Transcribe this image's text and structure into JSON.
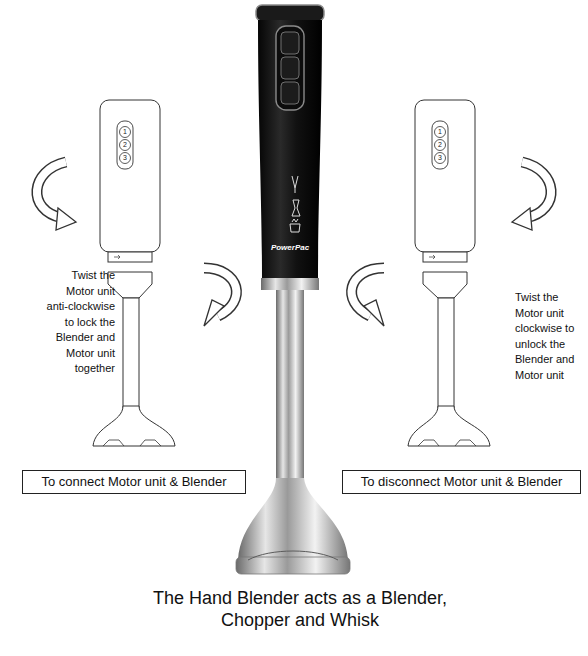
{
  "diagram": {
    "caption": "The Hand Blender acts as a Blender, Chopper and Whisk",
    "nodes": [
      {
        "text": [
          "To connect Motor unit & Blender"
        ]
      },
      {
        "text": [
          "To disconnect Motor unit & Blender"
        ]
      }
    ],
    "labels": [
      "Twist the Motor unit anti-clockwise to lock the Blender and Motor unit together",
      "1",
      "2",
      "3",
      "PowerPac",
      "1",
      "2",
      "3",
      "Twist the Motor unit clockwise to unlock the Blender and Motor unit"
    ]
  }
}
